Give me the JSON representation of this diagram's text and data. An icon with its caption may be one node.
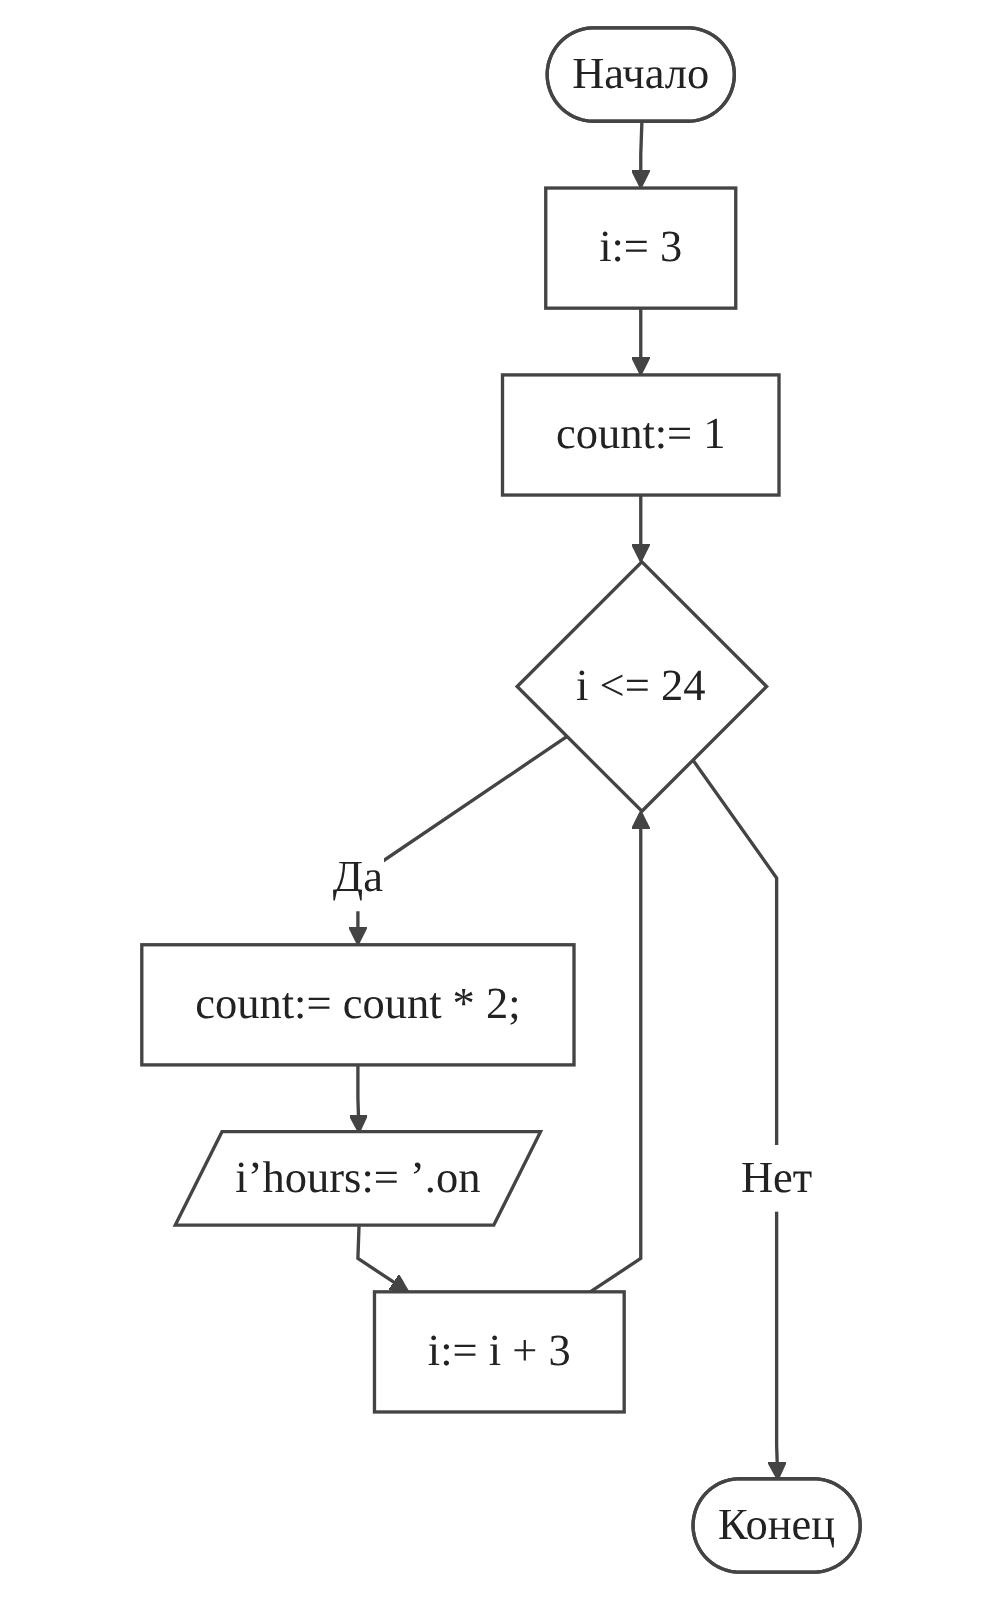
{
  "diagram": {
    "nodes": [
      {
        "text": [
          "Начало"
        ]
      },
      {
        "text": [
          "i:= 3"
        ]
      },
      {
        "text": [
          "count:= 1"
        ]
      },
      {
        "text": [
          "i <= 24"
        ]
      },
      {
        "text": [
          "count:= count * 2;"
        ]
      },
      {
        "text": [
          "i’hours:= ’.on"
        ]
      },
      {
        "text": [
          "i:= i + 3"
        ]
      },
      {
        "text": [
          "Конец"
        ]
      }
    ],
    "edges": [
      {
        "from": 0,
        "to": 1,
        "arrow": "to"
      },
      {
        "from": 1,
        "to": 2,
        "arrow": "to"
      },
      {
        "from": 2,
        "to": 3,
        "arrow": "to"
      },
      {
        "from": 3,
        "to": 4,
        "arrow": "to",
        "label": "Да"
      },
      {
        "from": 4,
        "to": 5,
        "arrow": "to"
      },
      {
        "from": 5,
        "to": 6,
        "arrow": "to"
      },
      {
        "from": 6,
        "to": 3,
        "arrow": "to"
      },
      {
        "from": 3,
        "to": 7,
        "arrow": "to",
        "label": "Нет"
      }
    ]
  }
}
